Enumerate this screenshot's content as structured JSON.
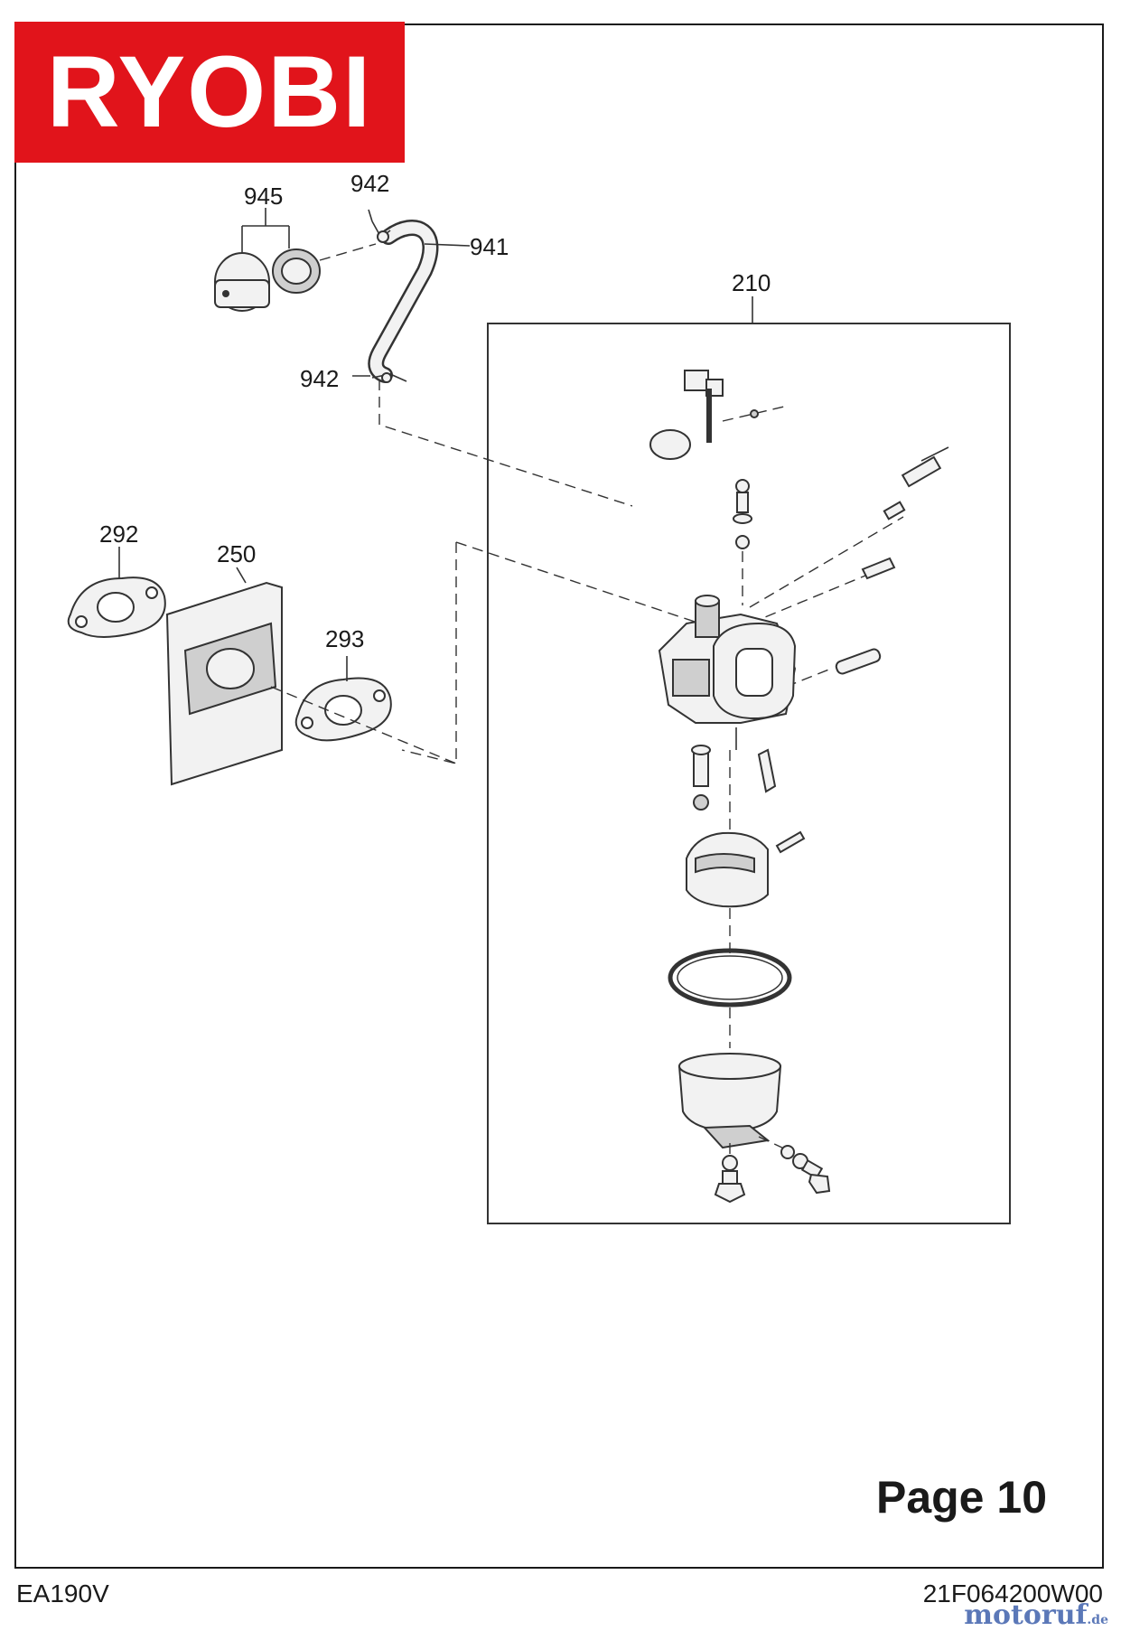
{
  "brand": {
    "logo_text": "RYOBI",
    "logo_color": "#e1141b"
  },
  "callouts": {
    "c945": "945",
    "c942_top": "942",
    "c941": "941",
    "c942_mid": "942",
    "c210": "210",
    "c292": "292",
    "c250": "250",
    "c293": "293"
  },
  "footer": {
    "page_label": "Page 10",
    "model_code": "EA190V",
    "doc_code": "21F064200W00",
    "watermark": "motoruf",
    "watermark_suffix": ".de"
  },
  "icons": [
    "ryobi-logo",
    "primer-bulb-icon",
    "fuel-hose-icon",
    "carburetor-icon",
    "gasket-icon",
    "heat-shield-icon"
  ]
}
